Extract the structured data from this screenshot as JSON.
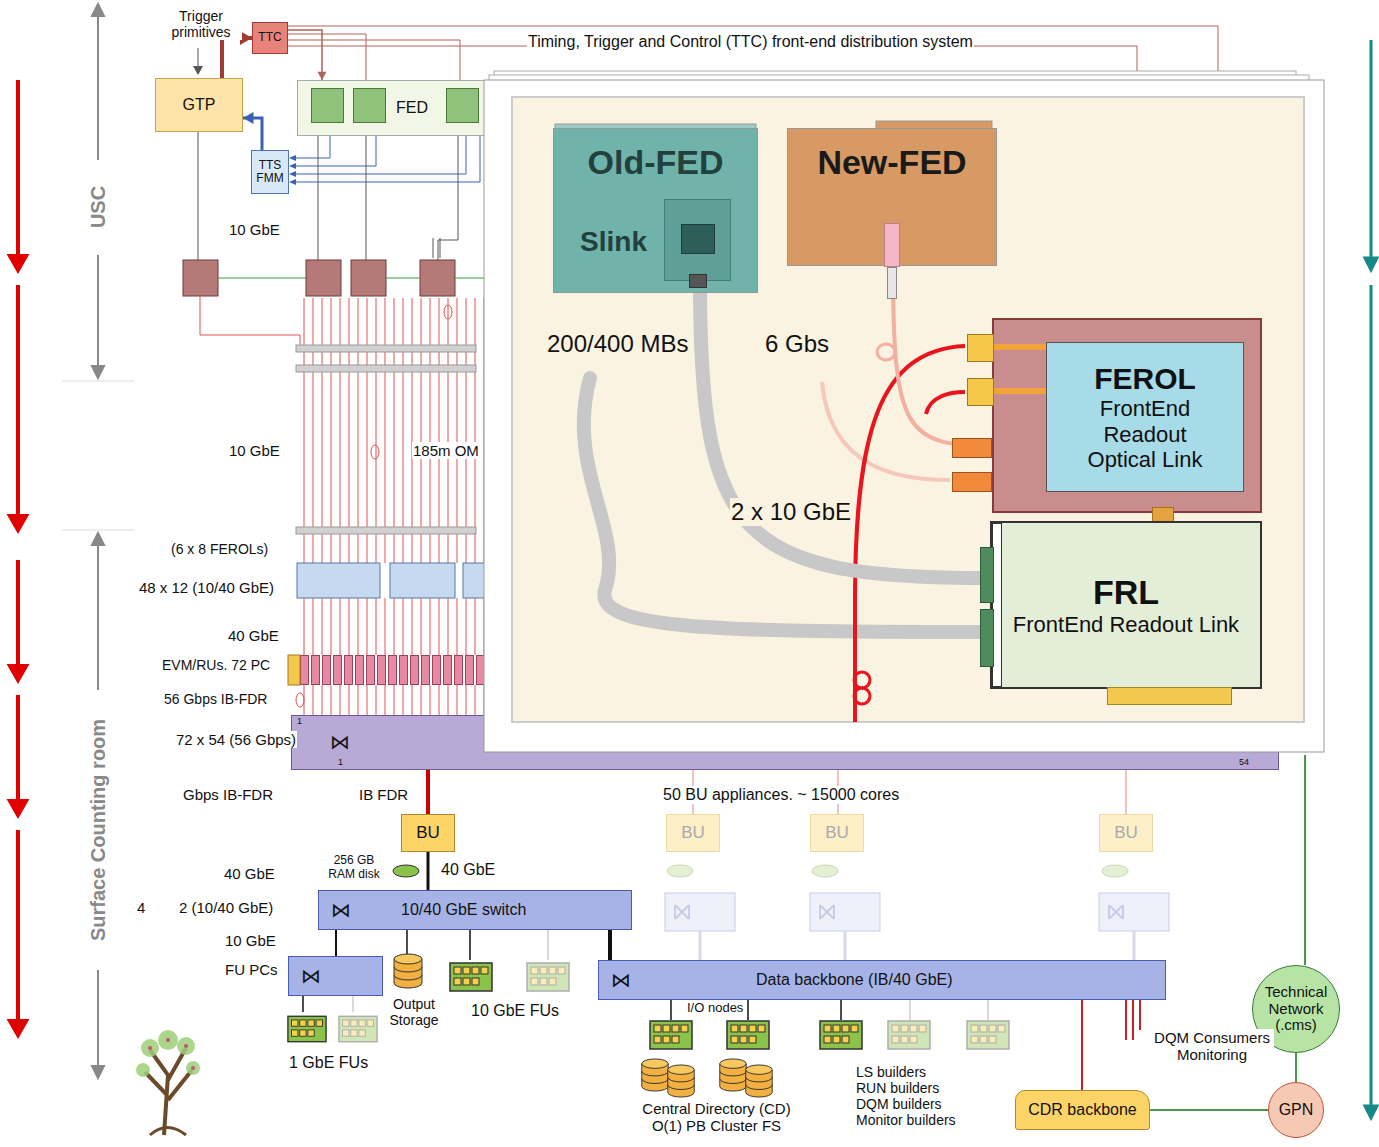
{
  "diagram": {
    "nodes": [
      {
        "text": [
          "TTC"
        ]
      },
      {
        "text": [
          "GTP"
        ]
      },
      {
        "text": [
          "FED"
        ]
      },
      {
        "text": [
          "TTS FMM"
        ]
      },
      {
        "text": [
          "Old-FED"
        ]
      },
      {
        "text": [
          "Slink"
        ],
        "in": 4
      },
      {
        "text": [
          "New-FED"
        ]
      },
      {
        "text": [
          "FEROL",
          "FrontEnd Readout Optical Link"
        ]
      },
      {
        "text": [
          "FRL",
          "FrontEnd Readout Link"
        ]
      },
      {
        "text": [
          "⋈"
        ]
      },
      {
        "text": [
          "BU"
        ]
      },
      {
        "text": [
          "BU"
        ]
      },
      {
        "text": [
          "BU"
        ]
      },
      {
        "text": [
          "BU"
        ]
      },
      {
        "text": [
          "⋈",
          "10/40 GbE switch"
        ]
      },
      {
        "text": [
          "⋈"
        ]
      },
      {
        "text": [
          "⋈",
          "Data backbone (IB/40 GbE)"
        ]
      },
      {
        "text": [
          "Technical Network (.cms)"
        ]
      },
      {
        "text": [
          "CDR backbone"
        ]
      },
      {
        "text": [
          "GPN"
        ]
      }
    ],
    "edges": [
      {
        "from": 1,
        "to": 0,
        "arrow": "to"
      },
      {
        "from": 3,
        "to": 1,
        "arrow": "to"
      },
      {
        "from": 0,
        "to": 2,
        "arrow": "to"
      },
      {
        "from": 5,
        "to": 8,
        "arrow": "none"
      },
      {
        "from": 6,
        "to": 7,
        "arrow": "none"
      },
      {
        "from": 9,
        "to": 10,
        "arrow": "none"
      },
      {
        "from": 10,
        "to": 14,
        "arrow": "none"
      },
      {
        "from": 14,
        "to": 15,
        "arrow": "none"
      },
      {
        "from": 14,
        "to": 16,
        "arrow": "none"
      },
      {
        "from": 16,
        "to": 18,
        "arrow": "none"
      },
      {
        "from": 17,
        "to": 19,
        "arrow": "none"
      },
      {
        "from": 18,
        "to": 19,
        "arrow": "none"
      }
    ],
    "labels": [
      "Trigger primitives",
      "Timing, Trigger and Control (TTC) front-end distribution system",
      "USC",
      "10 GbE",
      "10 GbE",
      "185m OM",
      "(6 x 8 FEROLs)",
      "48 x 12 (10/40 GbE)",
      "40 GbE",
      "EVM/RUs. 72 PC",
      "56 Gbps IB-FDR",
      "Surface Counting room",
      "72 x 54 (56 Gbps)",
      "1",
      "1",
      "54",
      "Gbps IB-FDR",
      "IB FDR",
      "50 BU appliances. ~ 15000 cores",
      "256 GB RAM disk",
      "40 GbE",
      "40 GbE",
      "4",
      "2 (10/40 GbE)",
      "10 GbE",
      "FU PCs",
      "Output Storage",
      "10 GbE FUs",
      "1 GbE FUs",
      "I/O nodes",
      "Central Directory (CD) O(1) PB Cluster FS",
      "LS builders RUN builders DQM builders Monitor builders",
      "DQM Consumers Monitoring",
      "200/400 MBs",
      "6 Gbs",
      "2 x 10 GbE"
    ]
  }
}
